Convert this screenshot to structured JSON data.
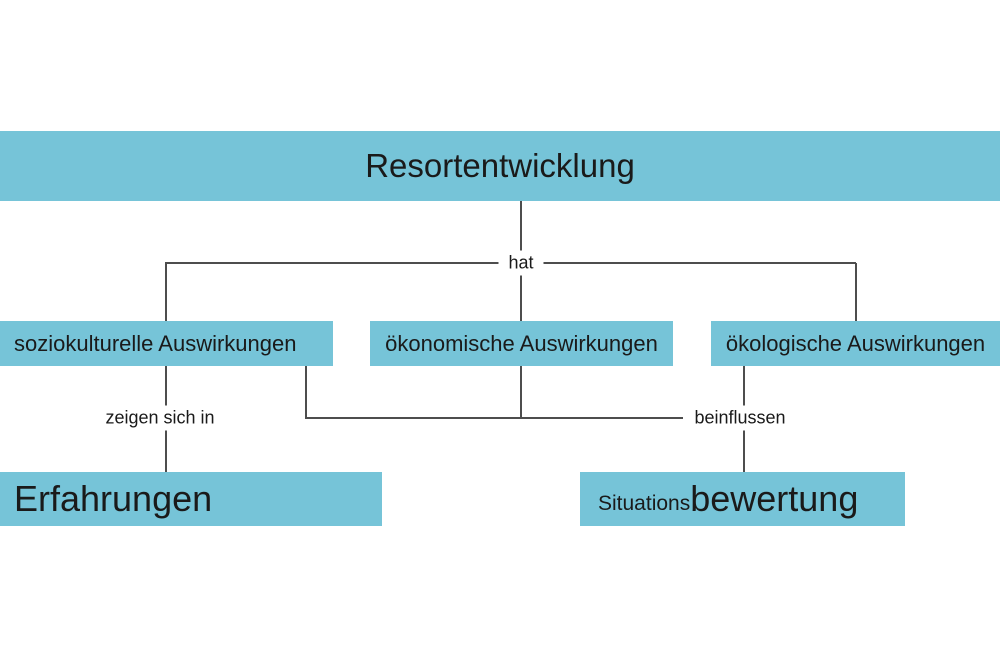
{
  "diagram": {
    "root_node": {
      "label": "Resortentwicklung"
    },
    "edge_labels": {
      "hat": "hat",
      "zeigen_sich_in": "zeigen sich in",
      "beinflussen": "beinflussen"
    },
    "impact_nodes": [
      {
        "label": "soziokulturelle Auswirkungen"
      },
      {
        "label": "ökonomische Auswirkungen"
      },
      {
        "label": "ökologische Auswirkungen"
      }
    ],
    "result_nodes": {
      "erfahrungen": {
        "label": "Erfahrungen"
      },
      "situationsbewertung": {
        "label_prefix": "Situations",
        "label_emphasis": "bewertung"
      }
    },
    "colors": {
      "node_fill": "#76c4d8",
      "line": "#4d4d4d",
      "text": "#1a1a1a",
      "background": "#ffffff"
    }
  }
}
